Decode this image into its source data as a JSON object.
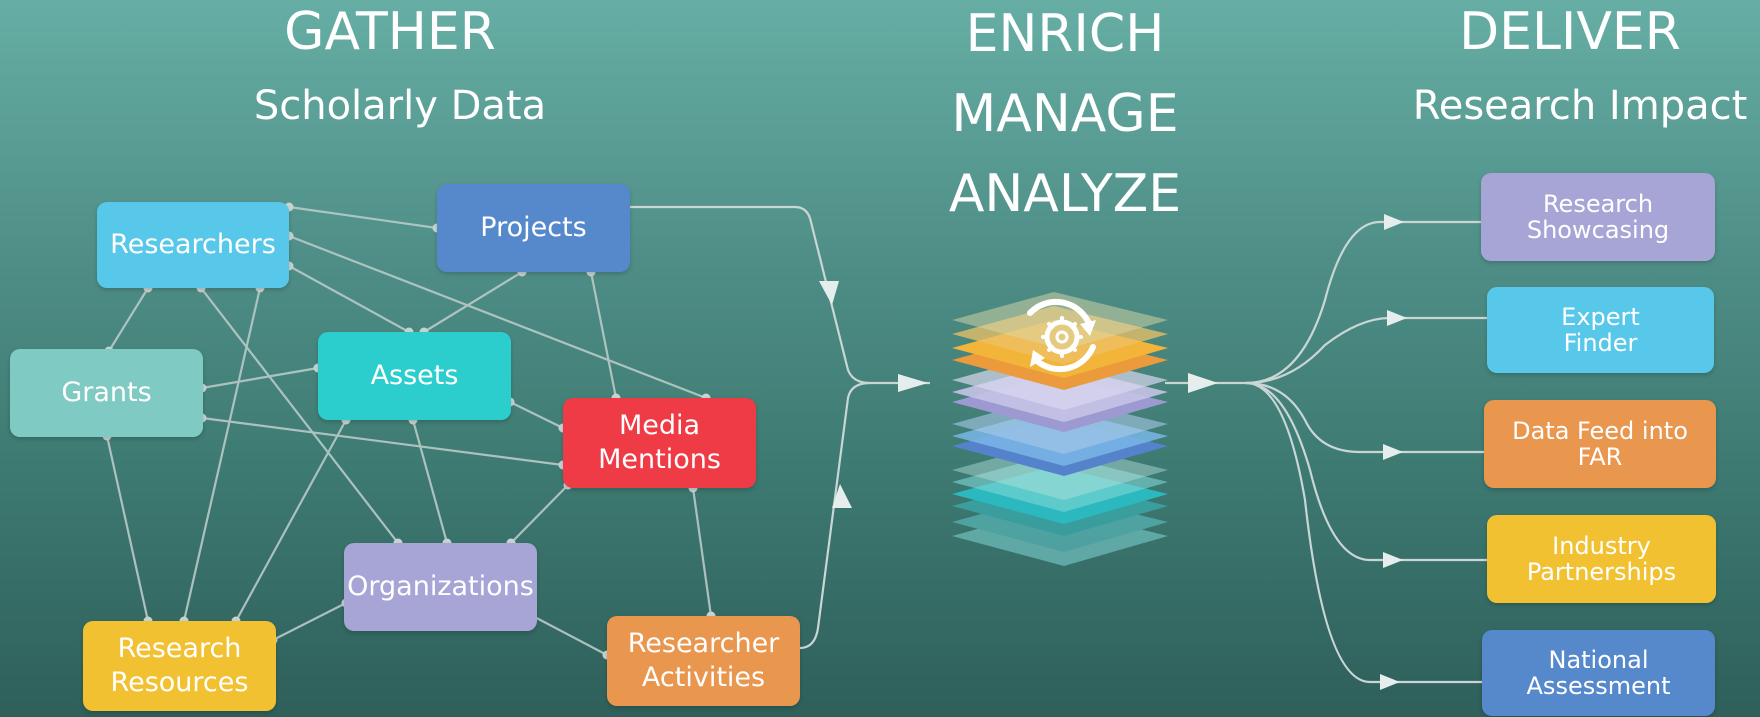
{
  "headings": {
    "gather": {
      "title": "GATHER",
      "subtitle": "Scholarly Data"
    },
    "enrich": {
      "line1": "ENRICH",
      "line2": "MANAGE",
      "line3": "ANALYZE"
    },
    "deliver": {
      "title": "DELIVER",
      "subtitle": "Research Impact"
    }
  },
  "sources": {
    "researchers": "Researchers",
    "projects": "Projects",
    "grants": "Grants",
    "assets": "Assets",
    "media_mentions": "Media\nMentions",
    "organizations": "Organizations",
    "research_resources": "Research\nResources",
    "researcher_activities": "Researcher\nActivities"
  },
  "outputs": {
    "research_showcasing": "Research\nShowcasing",
    "expert_finder": "Expert\nFinder",
    "data_feed_far": "Data Feed into\nFAR",
    "industry_partnerships": "Industry\nPartnerships",
    "national_assessment": "National\nAssessment"
  },
  "colors": {
    "researchers": "#58c8ea",
    "projects": "#5689cc",
    "grants": "#7fcbc3",
    "assets": "#2ccdcd",
    "media_mentions": "#ee3b46",
    "organizations": "#a7a4d6",
    "research_resources": "#f2c132",
    "researcher_activities": "#e9964e",
    "research_showcasing": "#a7a4d6",
    "expert_finder": "#58c8ea",
    "data_feed_far": "#e9964e",
    "industry_partnerships": "#f2c132",
    "national_assessment": "#5689cc"
  },
  "icons": {
    "center": "gear-cycle-icon",
    "stack": "layer-stack-icon"
  }
}
